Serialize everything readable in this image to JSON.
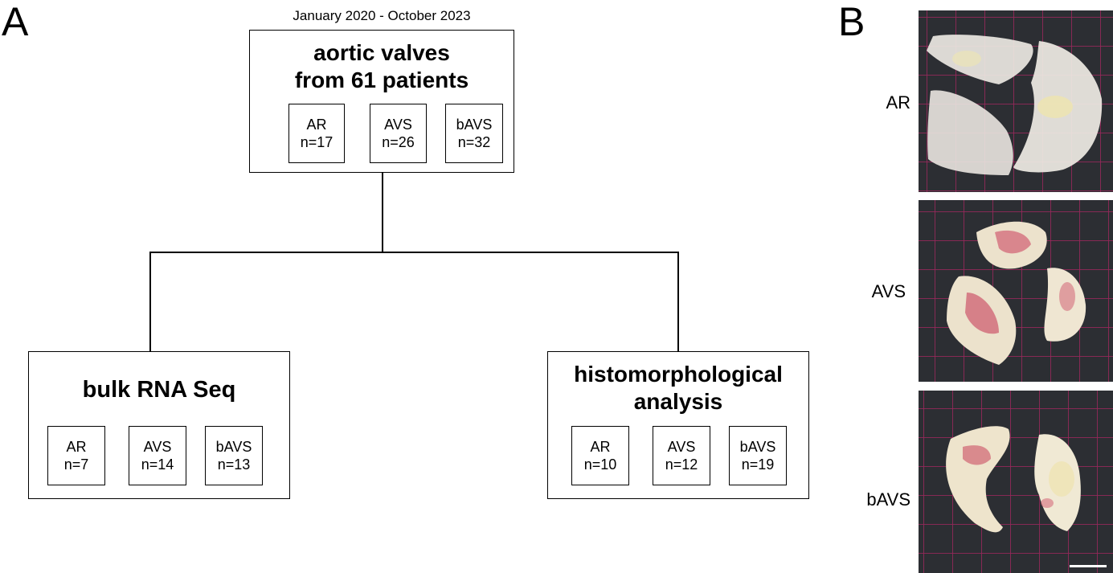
{
  "panel_a": {
    "letter": "A"
  },
  "panel_b": {
    "letter": "B"
  },
  "timeframe": "January 2020 - October 2023",
  "top_box": {
    "title_line1": "aortic valves",
    "title_line2": "from 61 patients",
    "groups": [
      {
        "name": "AR",
        "count": "n=17"
      },
      {
        "name": "AVS",
        "count": "n=26"
      },
      {
        "name": "bAVS",
        "count": "n=32"
      }
    ]
  },
  "left_box": {
    "title": "bulk RNA Seq",
    "groups": [
      {
        "name": "AR",
        "count": "n=7"
      },
      {
        "name": "AVS",
        "count": "n=14"
      },
      {
        "name": "bAVS",
        "count": "n=13"
      }
    ]
  },
  "right_box": {
    "title_line1": "histomorphological",
    "title_line2": "analysis",
    "groups": [
      {
        "name": "AR",
        "count": "n=10"
      },
      {
        "name": "AVS",
        "count": "n=12"
      },
      {
        "name": "bAVS",
        "count": "n=19"
      }
    ]
  },
  "photos": [
    {
      "label": "AR"
    },
    {
      "label": "AVS"
    },
    {
      "label": "bAVS"
    }
  ],
  "colors": {
    "photo_background": "#2c2e33",
    "grid_lines": "#96285a",
    "tissue": "#efe6d2",
    "calcification_red": "#c8405a"
  }
}
